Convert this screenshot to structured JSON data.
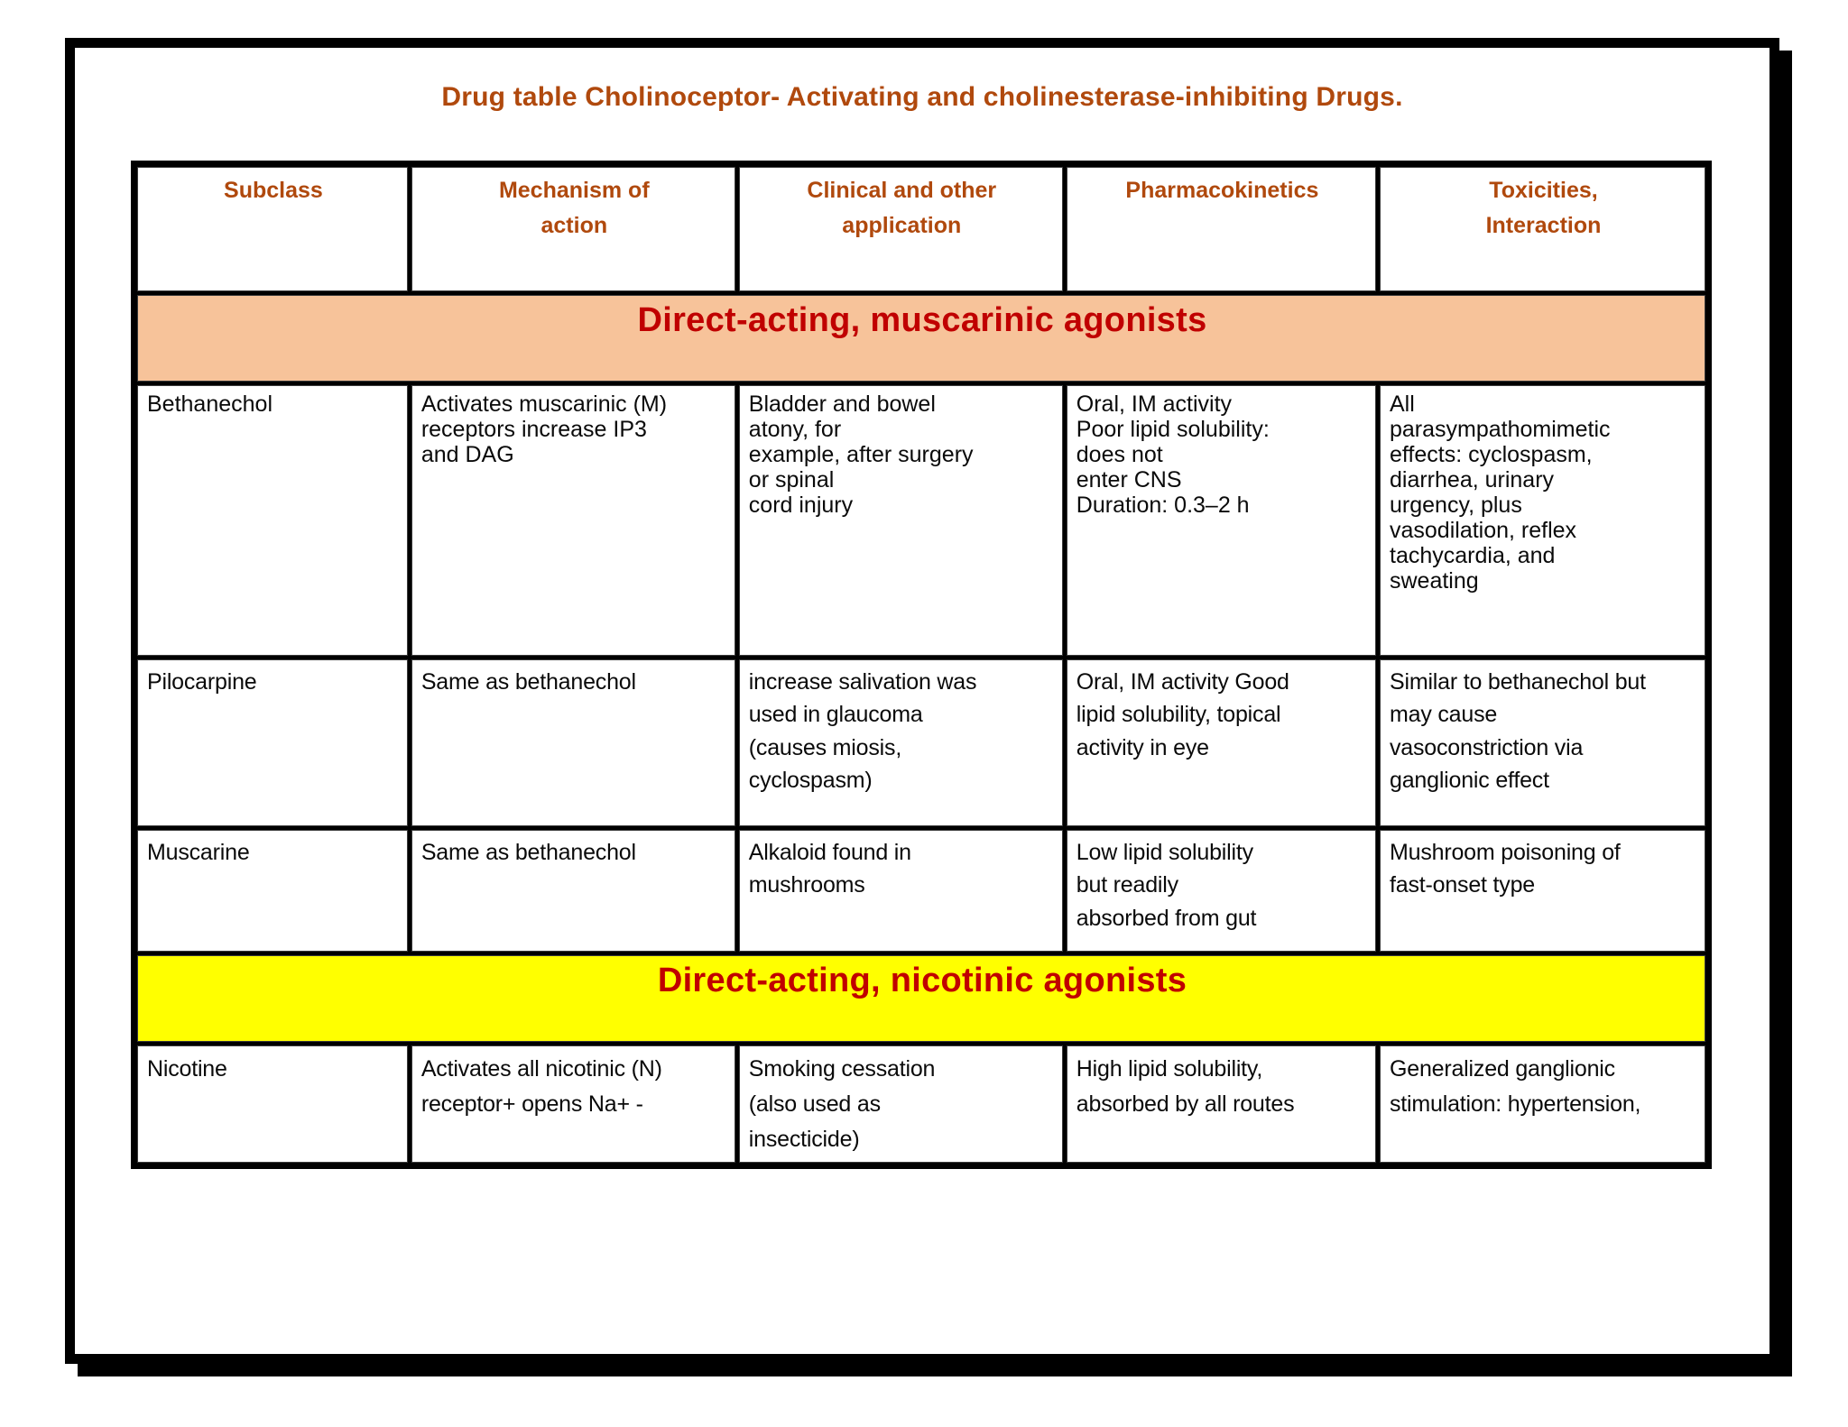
{
  "slide": {
    "title": "Drug table Cholinoceptor- Activating and cholinesterase-inhibiting Drugs.",
    "title_color": "#B0490D",
    "banner_text_color": "#C00000",
    "peach_color": "#F7C39A",
    "yellow_color": "#FFFF00"
  },
  "table": {
    "headers": [
      {
        "line1": "Subclass",
        "line2": ""
      },
      {
        "line1": "Mechanism of",
        "line2": "action"
      },
      {
        "line1": "Clinical and other",
        "line2": "application"
      },
      {
        "line1": "Pharmacokinetics",
        "line2": ""
      },
      {
        "line1": "Toxicities,",
        "line2": "Interaction"
      }
    ],
    "sections": [
      {
        "banner": "Direct-acting, muscarinic agonists",
        "style": "peach",
        "rows": [
          {
            "subclass": "Bethanechol",
            "mechanism": "Activates muscarinic (M)\nreceptors increase IP3\nand DAG",
            "clinical": "Bladder and bowel\natony, for\nexample, after surgery\nor spinal\ncord injury",
            "pharmacokinetics": "Oral, IM activity\nPoor lipid solubility:\ndoes not\nenter CNS\nDuration: 0.3–2 h",
            "toxicities": "All\nparasympathomimetic\neffects: cyclospasm,\ndiarrhea, urinary\nurgency, plus\nvasodilation, reflex\ntachycardia, and\nsweating"
          },
          {
            "subclass": "Pilocarpine",
            "mechanism": "Same as bethanechol",
            "clinical": "increase salivation was\nused in glaucoma\n(causes miosis,\ncyclospasm)",
            "pharmacokinetics": "Oral, IM activity Good\nlipid solubility, topical\nactivity in eye",
            "toxicities": "Similar to bethanechol but\nmay cause\nvasoconstriction via\nganglionic effect"
          },
          {
            "subclass": "Muscarine",
            "mechanism": "Same as bethanechol",
            "clinical": "Alkaloid found in\nmushrooms",
            "pharmacokinetics": "Low lipid solubility\nbut readily\nabsorbed from gut",
            "toxicities": "Mushroom poisoning of\nfast-onset type"
          }
        ]
      },
      {
        "banner": "Direct-acting, nicotinic agonists",
        "style": "yellow",
        "rows": [
          {
            "subclass": "Nicotine",
            "mechanism": "Activates all nicotinic (N)\nreceptor+ opens Na+ -",
            "clinical": "Smoking cessation\n(also used as\ninsecticide)",
            "pharmacokinetics": "High lipid solubility,\nabsorbed by all routes",
            "toxicities": "Generalized ganglionic\nstimulation: hypertension,"
          }
        ]
      }
    ]
  }
}
